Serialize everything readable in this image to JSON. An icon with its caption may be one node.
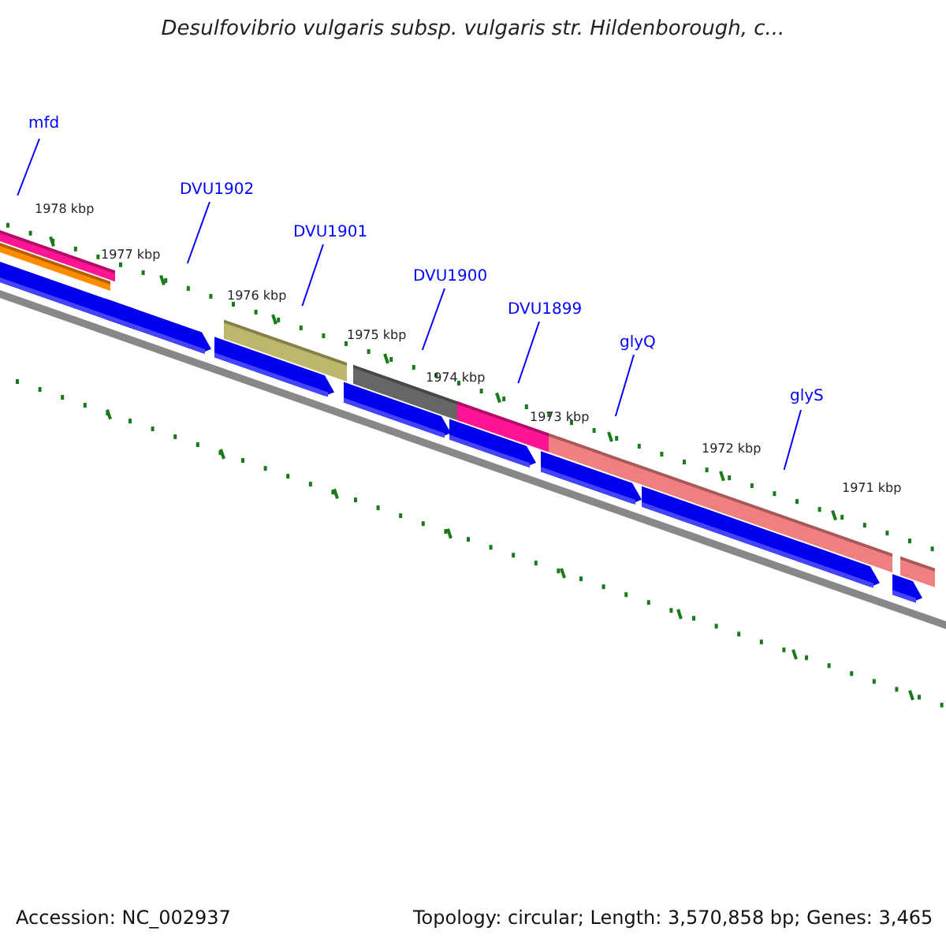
{
  "diagram": {
    "title": "Desulfovibrio vulgaris subsp. vulgaris str. Hildenborough, c...",
    "nodes": [
      {
        "text": [
          "mfd"
        ]
      },
      {
        "text": [
          "DVU1902"
        ]
      },
      {
        "text": [
          "DVU1901"
        ]
      },
      {
        "text": [
          "DVU1900"
        ]
      },
      {
        "text": [
          "DVU1899"
        ]
      },
      {
        "text": [
          "glyQ"
        ]
      },
      {
        "text": [
          "glyS"
        ]
      }
    ],
    "edges": [
      {
        "from": 0,
        "to": null,
        "arrow": "none"
      },
      {
        "from": 1,
        "to": null,
        "arrow": "none"
      },
      {
        "from": 2,
        "to": null,
        "arrow": "none"
      },
      {
        "from": 3,
        "to": null,
        "arrow": "none"
      },
      {
        "from": 4,
        "to": null,
        "arrow": "none"
      },
      {
        "from": 5,
        "to": null,
        "arrow": "none"
      },
      {
        "from": 6,
        "to": null,
        "arrow": "none"
      }
    ],
    "labels": [
      "1978 kbp",
      "1977 kbp",
      "1976 kbp",
      "1975 kbp",
      "1974 kbp",
      "1973 kbp",
      "1972 kbp",
      "1971 kbp",
      "Accession: NC_002937",
      "Topology: circular; Length: 3,570,858 bp; Genes: 3,465"
    ]
  }
}
